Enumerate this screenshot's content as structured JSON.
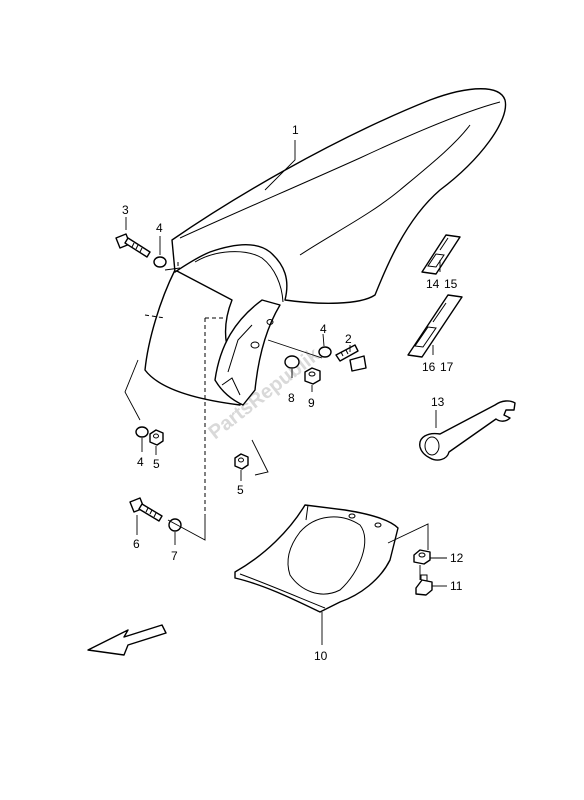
{
  "watermark": "PartsRepublik",
  "callouts": {
    "c1": "1",
    "c2": "2",
    "c3": "3",
    "c4a": "4",
    "c4b": "4",
    "c4c": "4",
    "c5a": "5",
    "c5b": "5",
    "c6": "6",
    "c7": "7",
    "c8": "8",
    "c9": "9",
    "c10": "10",
    "c11": "11",
    "c12": "12",
    "c13": "13",
    "c14": "14",
    "c15": "15",
    "c16": "16",
    "c17": "17"
  }
}
